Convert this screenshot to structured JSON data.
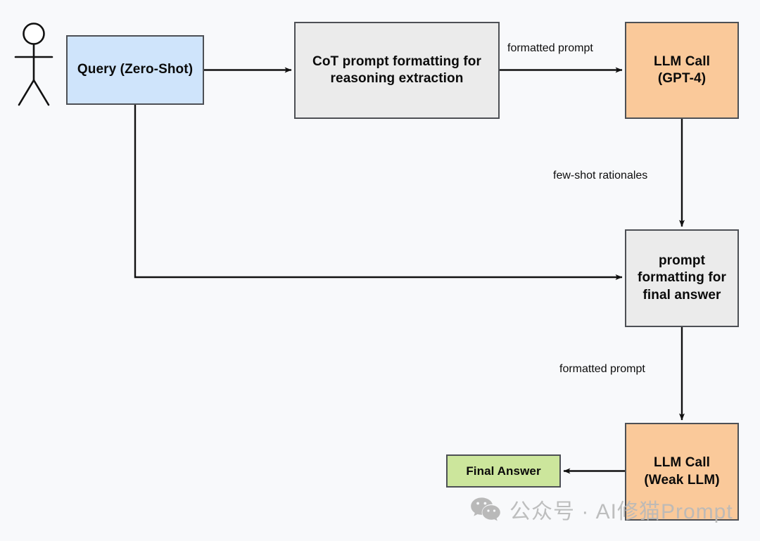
{
  "diagram": {
    "title": "Zero-Shot Chain-of-Thought prompting pipeline",
    "background_color": "#f8f9fb",
    "nodes": [
      {
        "id": "actor",
        "label": "",
        "icon": "stick-figure-actor-icon",
        "color": ""
      },
      {
        "id": "query",
        "label": "Query (Zero-Shot)",
        "color": "#cfe4fb"
      },
      {
        "id": "cot",
        "label": "CoT prompt formatting for reasoning extraction",
        "color": "#ebebeb"
      },
      {
        "id": "llm_gpt4",
        "label": "LLM Call (GPT-4)",
        "color": "#fac99a"
      },
      {
        "id": "prompt_format",
        "label": "prompt formatting for final answer",
        "color": "#ebebeb"
      },
      {
        "id": "llm_weak",
        "label": "LLM Call (Weak LLM)",
        "color": "#fac99a"
      },
      {
        "id": "final_answer",
        "label": "Final Answer",
        "color": "#cce69c"
      }
    ],
    "node_text": {
      "query": "Query (Zero-Shot)",
      "cot_line1": "CoT prompt formatting for",
      "cot_line2": "reasoning extraction",
      "llm_gpt4_line1": "LLM Call",
      "llm_gpt4_line2": "(GPT-4)",
      "prompt_format_line1": "prompt",
      "prompt_format_line2": "formatting for",
      "prompt_format_line3": "final answer",
      "llm_weak_line1": "LLM Call",
      "llm_weak_line2": "(Weak LLM)",
      "final_answer": "Final Answer"
    },
    "edges": [
      {
        "from": "query",
        "to": "cot",
        "label": ""
      },
      {
        "from": "cot",
        "to": "llm_gpt4",
        "label": "formatted prompt"
      },
      {
        "from": "llm_gpt4",
        "to": "prompt_format",
        "label": "few-shot rationales"
      },
      {
        "from": "query",
        "to": "prompt_format",
        "label": ""
      },
      {
        "from": "prompt_format",
        "to": "llm_weak",
        "label": "formatted prompt"
      },
      {
        "from": "llm_weak",
        "to": "final_answer",
        "label": ""
      }
    ],
    "edge_labels": {
      "formatted_prompt_1": "formatted prompt",
      "few_shot_rationales": "few-shot rationales",
      "formatted_prompt_2": "formatted prompt"
    },
    "stroke_color": "#1a1a1a",
    "border_color": "#4d5055"
  },
  "watermark": {
    "text": "公众号 · AI修猫Prompt",
    "icon": "wechat-logo-icon",
    "color": "#b9b9b9"
  }
}
